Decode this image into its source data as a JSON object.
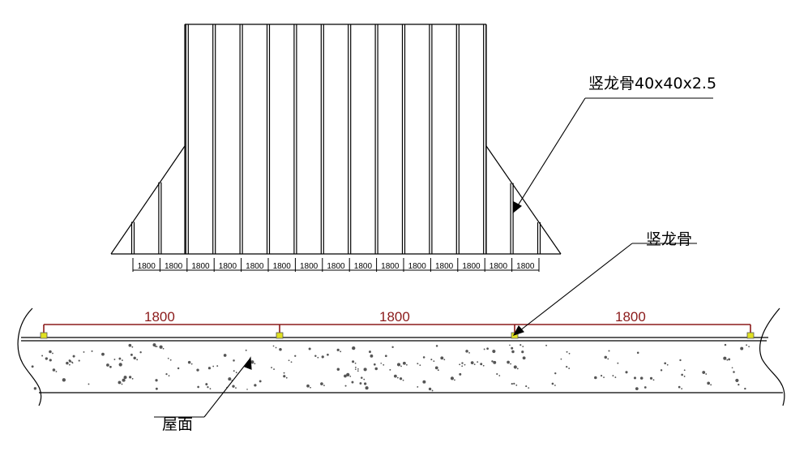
{
  "top_view": {
    "spacing_label": "1800",
    "spacing_count": 15
  },
  "callouts": {
    "stud_spec": "竖龙骨40x40x2.5",
    "stud": "竖龙骨",
    "roof": "屋面"
  },
  "bottom_view": {
    "spacing_labels": [
      "1800",
      "1800",
      "1800"
    ]
  },
  "colors": {
    "line": "#000000",
    "dimension": "#8b1a1a",
    "anchor": "#c8c800"
  }
}
